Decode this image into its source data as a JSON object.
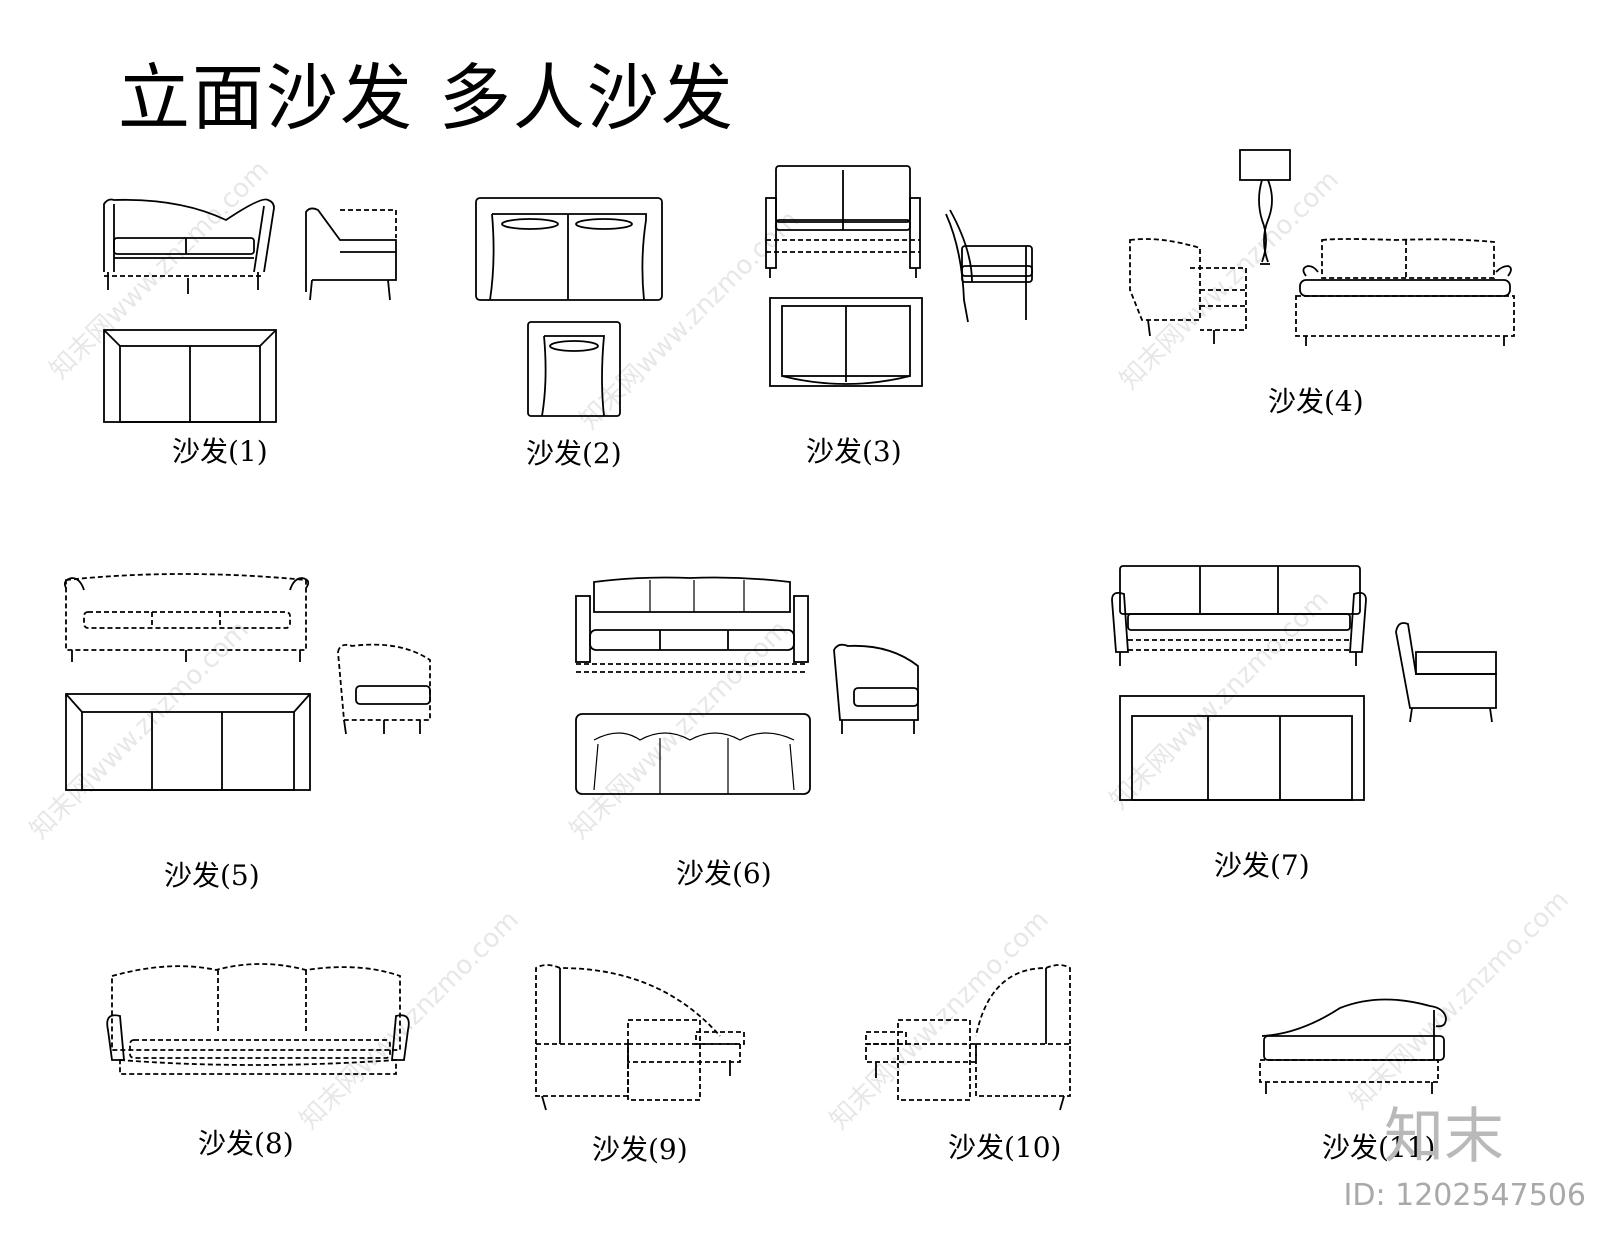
{
  "title": "立面沙发  多人沙发",
  "labels": {
    "sofa1": "沙发(1)",
    "sofa2": "沙发(2)",
    "sofa3": "沙发(3)",
    "sofa4": "沙发(4)",
    "sofa5": "沙发(5)",
    "sofa6": "沙发(6)",
    "sofa7": "沙发(7)",
    "sofa8": "沙发(8)",
    "sofa9": "沙发(9)",
    "sofa10": "沙发(10)",
    "sofa11": "沙发(11)"
  },
  "watermark": {
    "text": "知末网www.znzmo.com",
    "brand": "知末",
    "id": "ID: 1202547506"
  }
}
